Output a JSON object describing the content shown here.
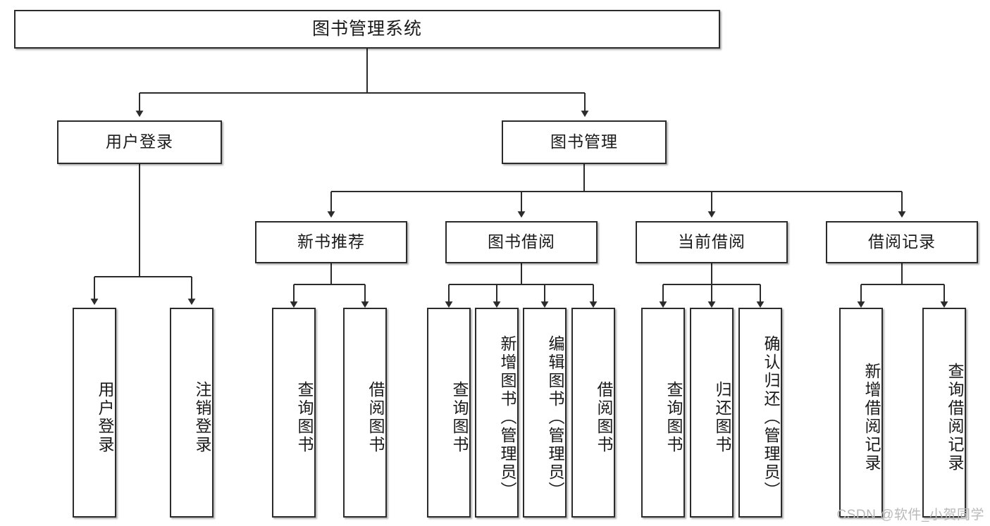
{
  "diagram": {
    "title": "图书管理系统",
    "type": "tree",
    "orientation": "top-down",
    "colors": {
      "box_border": "#2b2b2b",
      "box_fill": "#ffffff",
      "edge": "#2b2b2b",
      "text": "#1a1a1a",
      "watermark": "#b9b9b9",
      "background": "#ffffff"
    }
  },
  "watermark": {
    "text": "CSDN @软件_小贺同学"
  },
  "nodes": {
    "root": {
      "id": "root",
      "label": "图书管理系统",
      "level": 0,
      "orientation": "horizontal"
    },
    "level1": [
      {
        "id": "user-login",
        "label": "用户登录",
        "level": 1,
        "orientation": "horizontal"
      },
      {
        "id": "book-manage",
        "label": "图书管理",
        "level": 1,
        "orientation": "horizontal"
      }
    ],
    "level2": [
      {
        "id": "new-book-recommend",
        "label": "新书推荐",
        "level": 2,
        "orientation": "horizontal",
        "parent": "book-manage"
      },
      {
        "id": "book-borrow",
        "label": "图书借阅",
        "level": 2,
        "orientation": "horizontal",
        "parent": "book-manage"
      },
      {
        "id": "current-borrow",
        "label": "当前借阅",
        "level": 2,
        "orientation": "horizontal",
        "parent": "book-manage"
      },
      {
        "id": "borrow-record",
        "label": "借阅记录",
        "level": 2,
        "orientation": "horizontal",
        "parent": "book-manage"
      }
    ],
    "leaves": [
      {
        "id": "leaf-user-login",
        "label": "用户登录",
        "parent": "user-login",
        "orientation": "vertical"
      },
      {
        "id": "leaf-logout",
        "label": "注销登录",
        "parent": "user-login",
        "orientation": "vertical"
      },
      {
        "id": "leaf-query-book-1",
        "label": "查询图书",
        "parent": "new-book-recommend",
        "orientation": "vertical"
      },
      {
        "id": "leaf-borrow-book-1",
        "label": "借阅图书",
        "parent": "new-book-recommend",
        "orientation": "vertical"
      },
      {
        "id": "leaf-query-book-2",
        "label": "查询图书",
        "parent": "book-borrow",
        "orientation": "vertical"
      },
      {
        "id": "leaf-add-book",
        "label": "新增图书（管理员）",
        "parent": "book-borrow",
        "orientation": "vertical"
      },
      {
        "id": "leaf-edit-book",
        "label": "编辑图书（管理员）",
        "parent": "book-borrow",
        "orientation": "vertical"
      },
      {
        "id": "leaf-borrow-book-2",
        "label": "借阅图书",
        "parent": "book-borrow",
        "orientation": "vertical"
      },
      {
        "id": "leaf-query-book-3",
        "label": "查询图书",
        "parent": "current-borrow",
        "orientation": "vertical"
      },
      {
        "id": "leaf-return-book",
        "label": "归还图书",
        "parent": "current-borrow",
        "orientation": "vertical"
      },
      {
        "id": "leaf-confirm-return",
        "label": "确认归还（管理员）",
        "parent": "current-borrow",
        "orientation": "vertical"
      },
      {
        "id": "leaf-add-record",
        "label": "新增借阅记录",
        "parent": "borrow-record",
        "orientation": "vertical"
      },
      {
        "id": "leaf-query-record",
        "label": "查询借阅记录",
        "parent": "borrow-record",
        "orientation": "vertical"
      }
    ]
  }
}
